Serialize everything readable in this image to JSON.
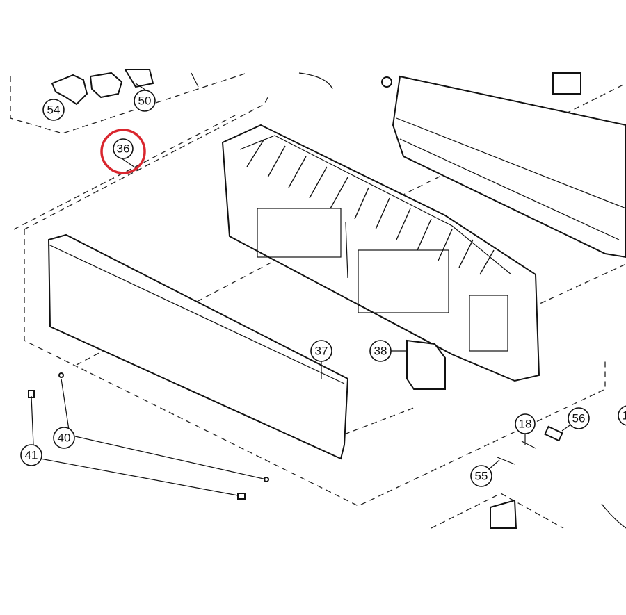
{
  "diagram": {
    "highlight_color": "#d9262e",
    "highlighted_part": "36",
    "callouts": [
      {
        "id": "c54",
        "label": "54"
      },
      {
        "id": "c50",
        "label": "50"
      },
      {
        "id": "c36",
        "label": "36"
      },
      {
        "id": "c37",
        "label": "37"
      },
      {
        "id": "c38",
        "label": "38"
      },
      {
        "id": "c40",
        "label": "40"
      },
      {
        "id": "c41",
        "label": "41"
      },
      {
        "id": "c18",
        "label": "18"
      },
      {
        "id": "c56",
        "label": "56"
      },
      {
        "id": "c55",
        "label": "55"
      },
      {
        "id": "c1",
        "label": "1"
      }
    ]
  }
}
